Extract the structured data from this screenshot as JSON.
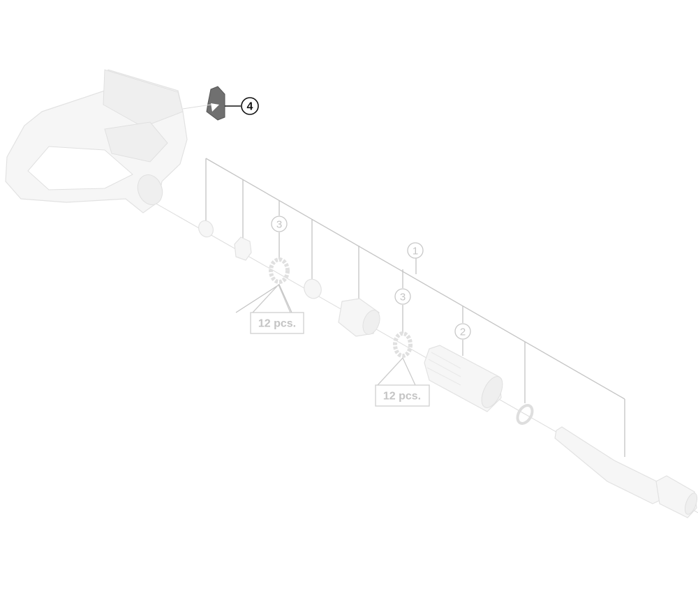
{
  "diagram": {
    "callouts": {
      "part_1": "1",
      "part_2": "2",
      "part_3a": "3",
      "part_3b": "3",
      "part_4": "4"
    },
    "quantity_labels": {
      "balls_a": "12 pcs.",
      "balls_b": "12 pcs."
    },
    "colors": {
      "highlighted_part": "#6e6e6e",
      "ghost_parts": "#f6f6f6",
      "leader_lines": "#c4c4c4",
      "active_callout": "#111111"
    }
  }
}
